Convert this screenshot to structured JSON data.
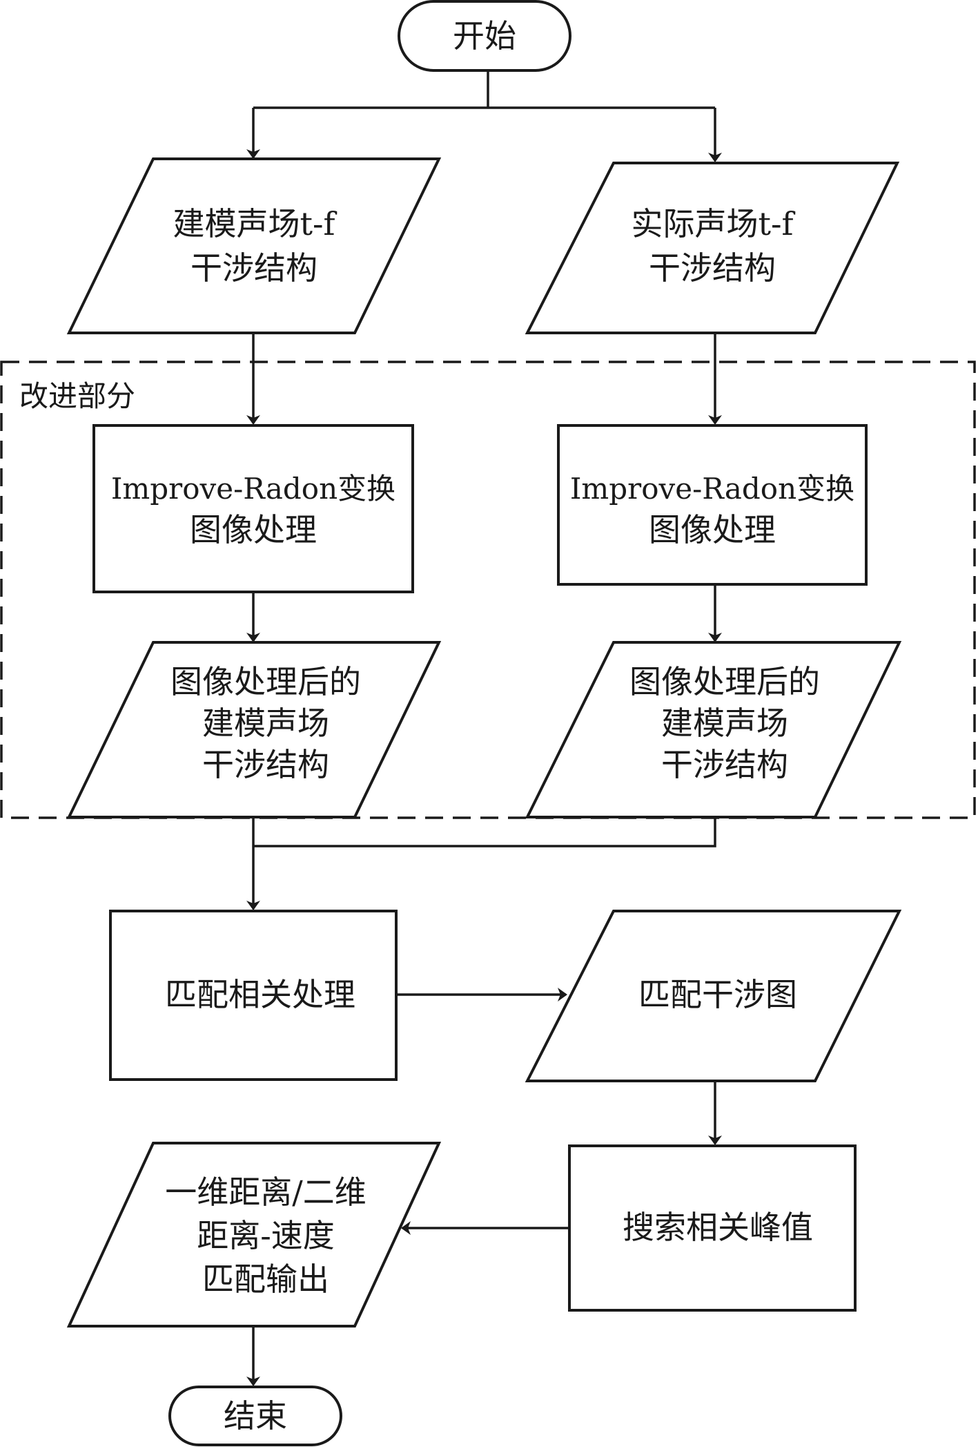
{
  "diagram": {
    "type": "flowchart",
    "start": "开始",
    "end": "结束",
    "group_label": "改进部分",
    "left_input": [
      "建模声场t-f",
      "干涉结构"
    ],
    "right_input": [
      "实际声场t-f",
      "干涉结构"
    ],
    "left_process": [
      "Improve-Radon变换",
      "图像处理"
    ],
    "right_process": [
      "Improve-Radon变换",
      "图像处理"
    ],
    "left_processed": [
      "图像处理后的",
      "建模声场",
      "干涉结构"
    ],
    "right_processed": [
      "图像处理后的",
      "建模声场",
      "干涉结构"
    ],
    "match_process": "匹配相关处理",
    "match_map": "匹配干涉图",
    "peak_search": "搜索相关峰值",
    "output": [
      "一维距离/二维",
      "距离-速度",
      "匹配输出"
    ]
  }
}
